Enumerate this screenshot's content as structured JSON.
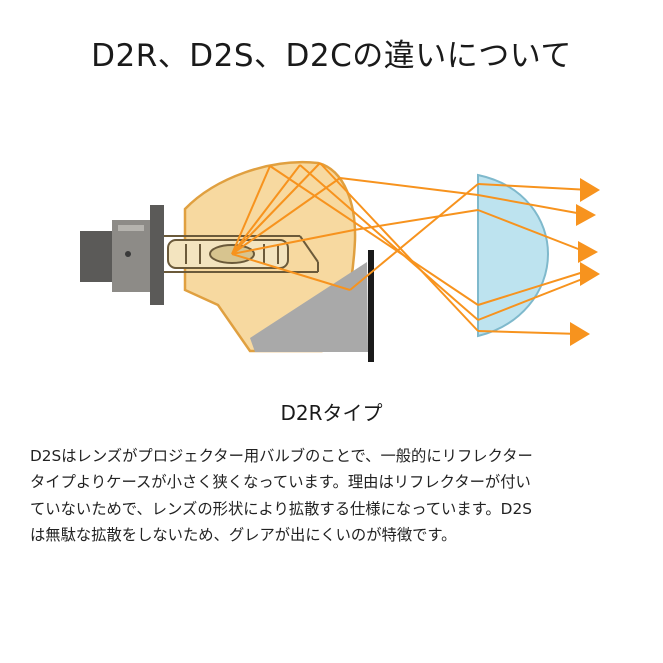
{
  "page": {
    "title": "D2R、D2S、D2Cの違いについて",
    "caption": "D2Rタイプ",
    "description": "D2Sはレンズがプロジェクター用バルブのことで、一般的にリフレクター\nタイプよりケースが小さく狭くなっています。理由はリフレクターが付い\nていないためで、レンズの形状により拡散する仕様になっています。D2S\nは無駄な拡散をしないため、グレアが出にくいのが特徴です。"
  },
  "diagram": {
    "colors": {
      "reflector_fill": "#f7d9a0",
      "reflector_stroke": "#e0a040",
      "shade": "#a9a9a9",
      "ray": "#f7931e",
      "lens_fill": "#bde3ef",
      "lens_stroke": "#7fb9cc",
      "base_dark": "#5b5a58",
      "base_mid": "#8d8b87",
      "plate": "#1a1a1a"
    },
    "icons": [
      "bulb-base-icon",
      "reflector-icon",
      "shade-icon",
      "lens-icon",
      "ray-arrow-icon"
    ]
  }
}
